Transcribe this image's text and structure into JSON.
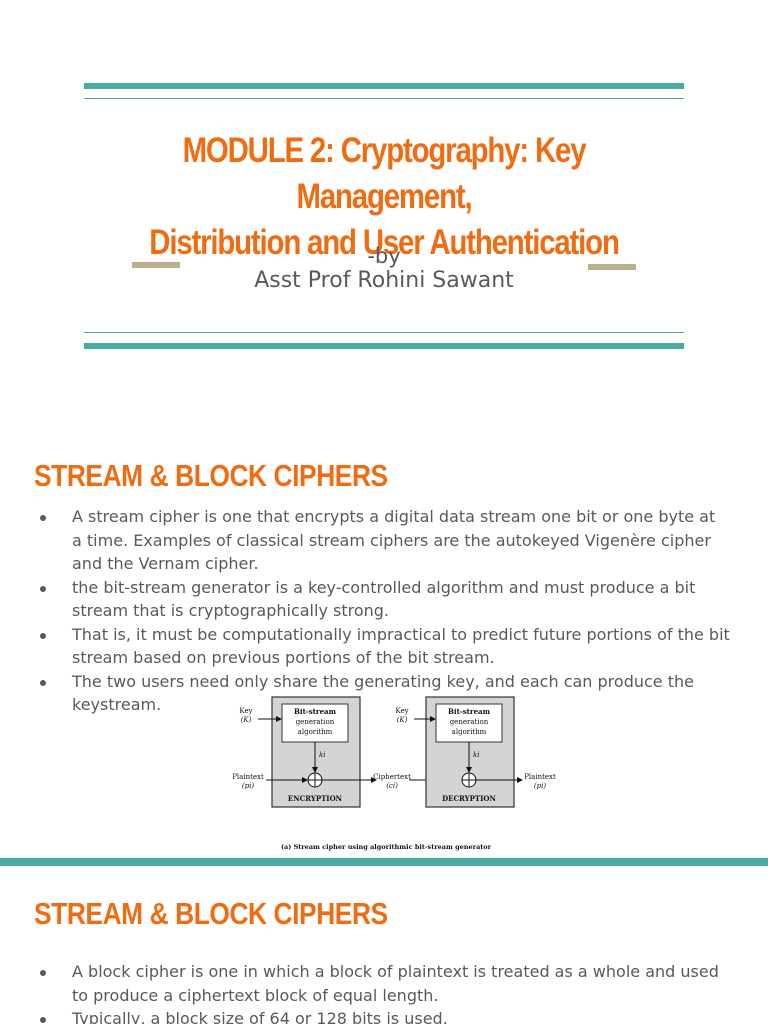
{
  "slide1": {
    "title_line1": "MODULE 2: Cryptography: Key Management,",
    "title_line2": "Distribution and User Authentication",
    "by": "-by",
    "author": "Asst Prof Rohini Sawant",
    "colors": {
      "accent": "#ef6c12",
      "rule": "#4aaba1",
      "dash": "#bcae8a",
      "text": "#595959"
    }
  },
  "slide2": {
    "heading": "STREAM & BLOCK CIPHERS",
    "bullets": [
      "A stream cipher is one that encrypts a digital data stream one bit or one byte at a time. Examples of classical stream ciphers are the autokeyed Vigenère cipher and the Vernam cipher.",
      "the bit-stream generator is a key-controlled algorithm and must produce a bit stream that is cryptographically strong.",
      "That is, it must be computationally impractical to predict future portions of the bit stream based on previous portions of the bit stream.",
      " The two users need only share the generating key, and each can produce the keystream."
    ],
    "diagram": {
      "enc_key_label": "Key",
      "enc_key_sym": "(K)",
      "gen_line1": "Bit-stream",
      "gen_line2": "generation",
      "gen_line3": "algorithm",
      "keystream_label": "ki",
      "plaintext_label": "Plaintext",
      "plaintext_sym": "(pi)",
      "encryption_label": "ENCRYPTION",
      "ciphertext_label": "Ciphertext",
      "ciphertext_sym": "(ci)",
      "dec_key_label": "Key",
      "dec_key_sym": "(K)",
      "decryption_label": "DECRYPTION",
      "out_plaintext_label": "Plaintext",
      "out_plaintext_sym": "(pi)",
      "caption": "(a) Stream cipher using algorithmic bit-stream generator"
    }
  },
  "slide3": {
    "heading": "STREAM & BLOCK CIPHERS",
    "bullets": [
      "A block cipher is one in which a block of plaintext is treated as a whole and used to produce a ciphertext block of equal length.",
      "Typically, a block size of 64 or 128 bits is used."
    ]
  }
}
